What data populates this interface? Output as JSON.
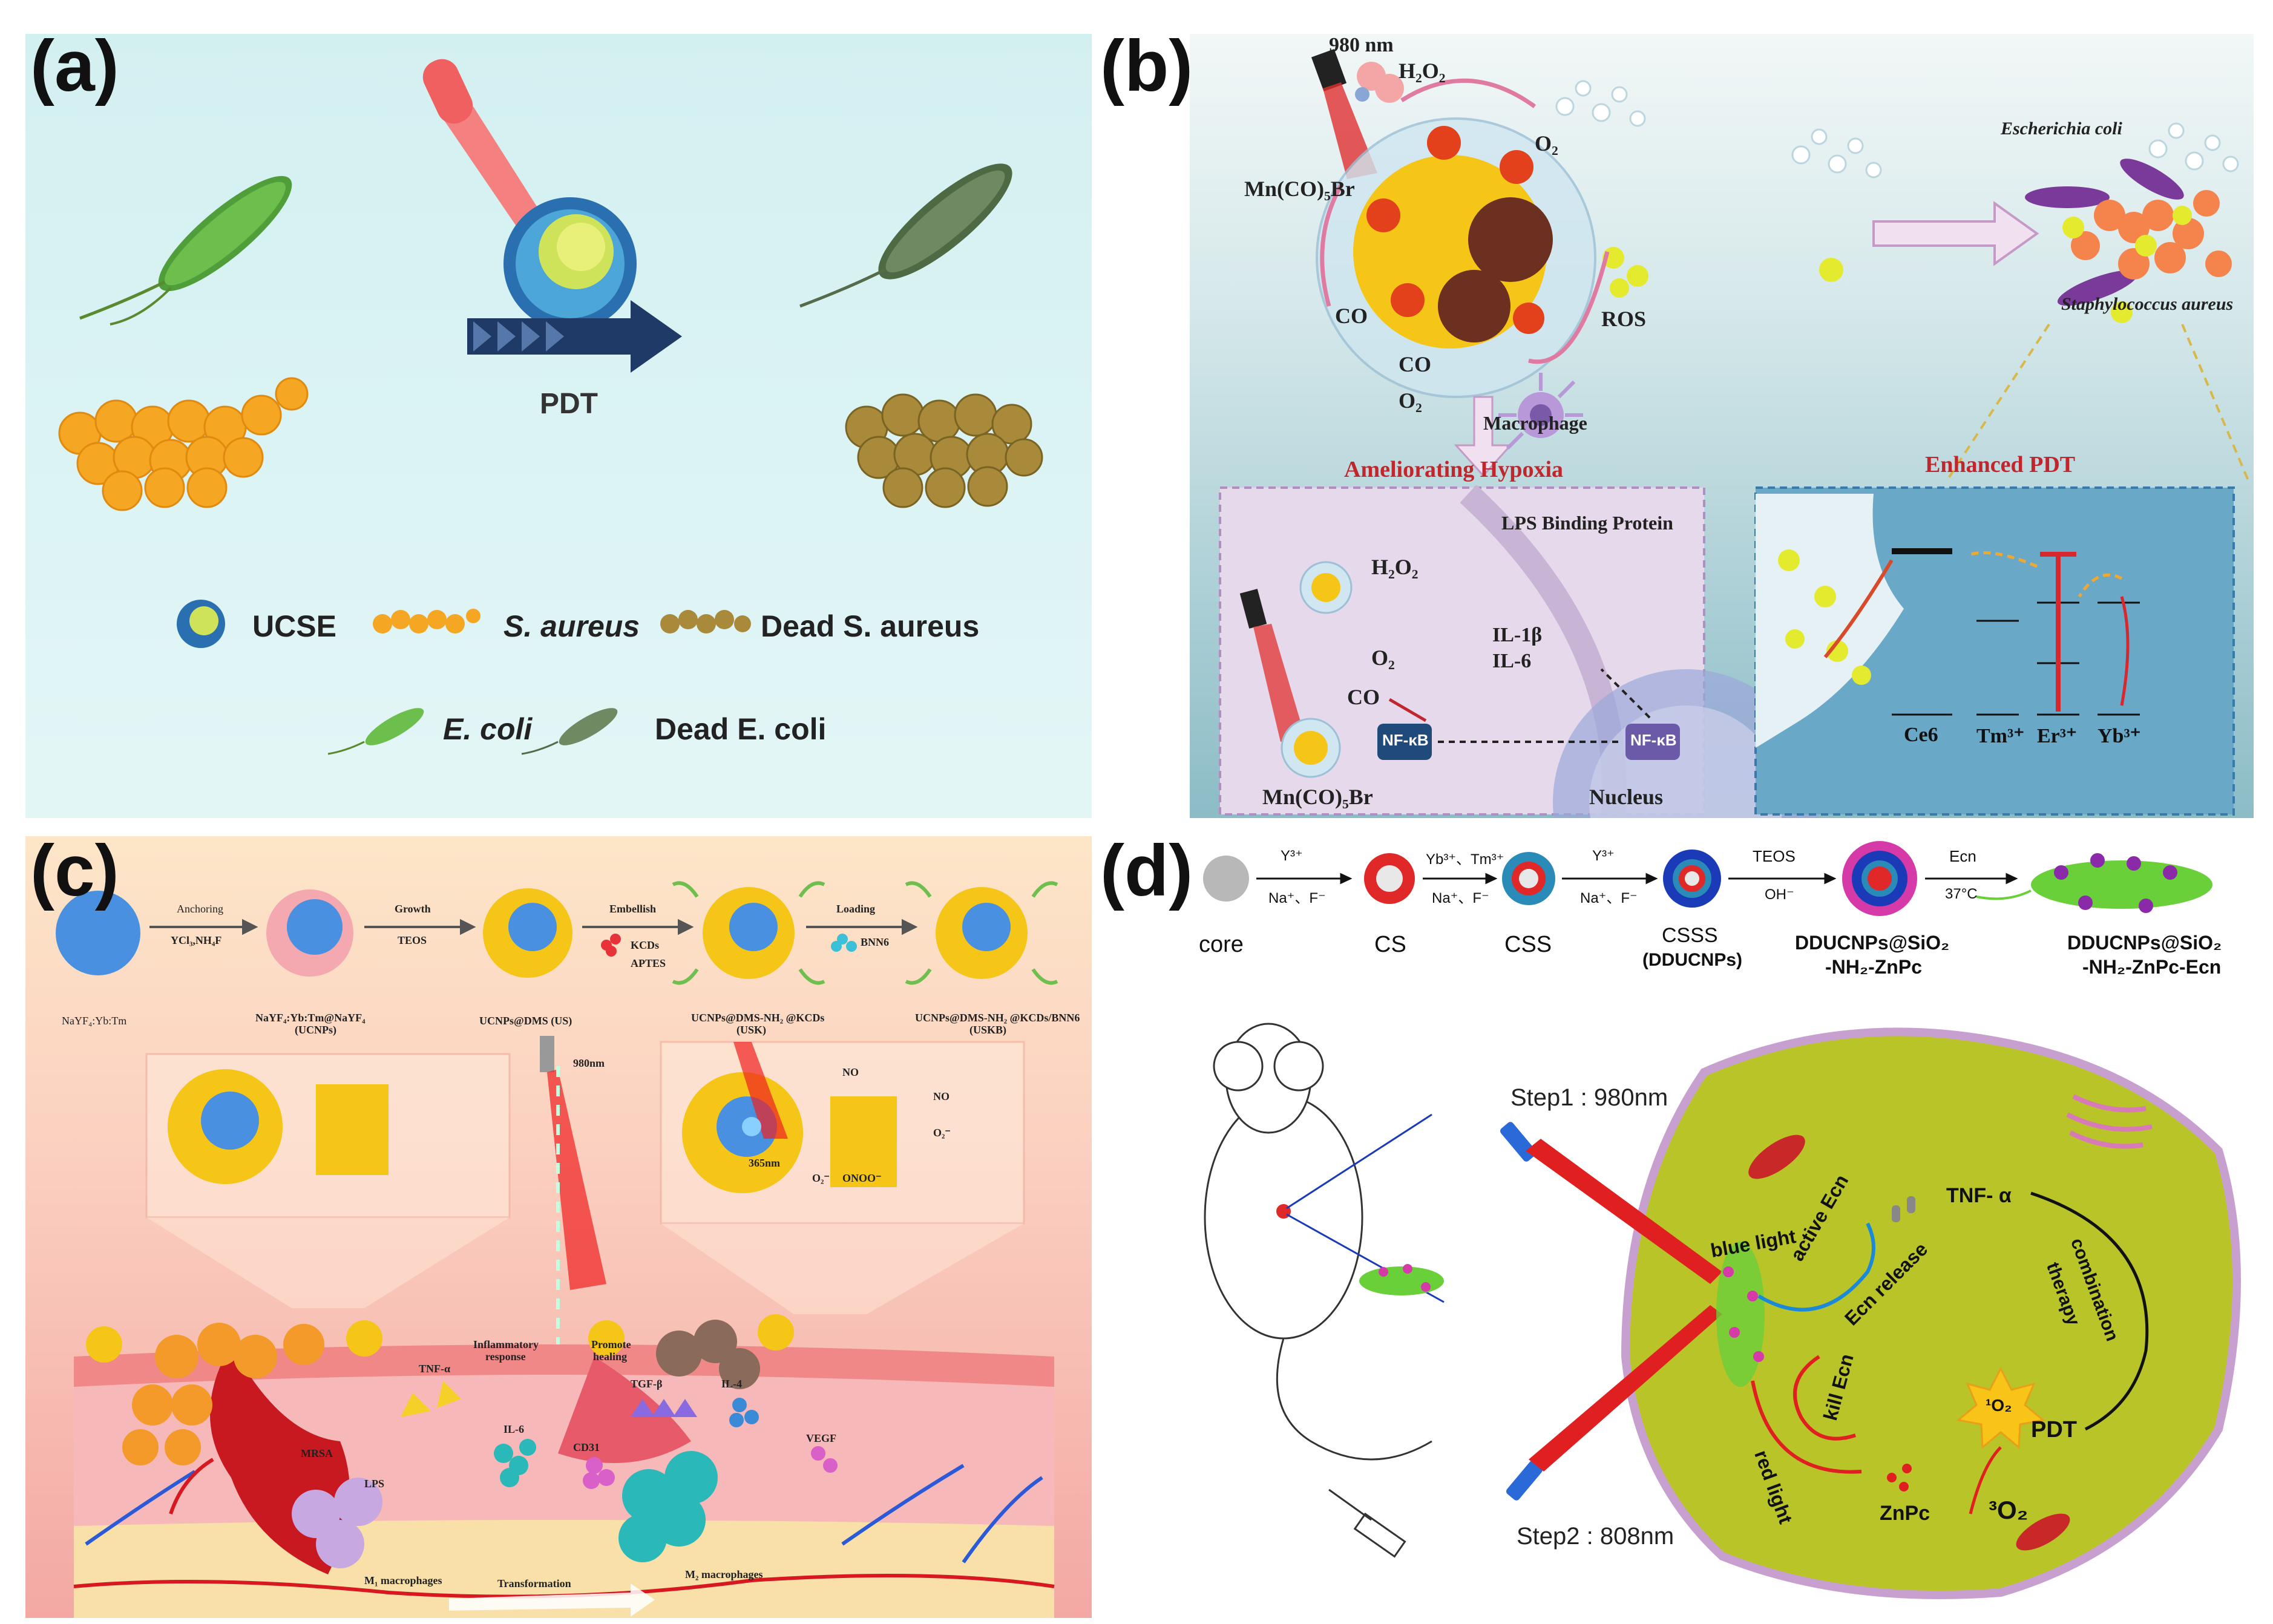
{
  "panels": {
    "a": {
      "label": "(a)",
      "pdt": "PDT",
      "legend": {
        "ucse": "UCSE",
        "s_aureus": "S. aureus",
        "dead_s_aureus": "Dead S. aureus",
        "e_coli": "E. coli",
        "dead_e_coli": "Dead E. coli"
      }
    },
    "b": {
      "label": "(b)",
      "nm980": "980 nm",
      "h2o2": "H₂O₂",
      "o2": "O₂",
      "mnco": "Mn(CO)₅Br",
      "co": "CO",
      "ros": "ROS",
      "co2": "CO",
      "o2b": "O₂",
      "macrophage": "Macrophage",
      "ecoli": "Escherichia coli",
      "saureus": "Staphylococcus aureus",
      "hypoxia": "Ameliorating Hypoxia",
      "enhanced": "Enhanced PDT",
      "lps": "LPS Binding Protein",
      "h2o2_in": "H₂O₂",
      "o2_in": "O₂",
      "co_in": "CO",
      "il1b": "IL-1β",
      "il6": "IL-6",
      "nfkb1": "NF-κB",
      "nfkb2": "NF-κB",
      "mnco_in": "Mn(CO)₅Br",
      "nucleus": "Nucleus",
      "ce6": "Ce6",
      "tm": "Tm³⁺",
      "er": "Er³⁺",
      "yb": "Yb³⁺"
    },
    "c": {
      "label": "(c)",
      "anchoring": "Anchoring",
      "ycl": "YCl₃,NH₄F",
      "growth": "Growth",
      "teos": "TEOS",
      "embellish": "Embellish",
      "kcds": "KCDs",
      "aptes": "APTES",
      "loading": "Loading",
      "bnn6": "BNN6",
      "s1": "NaYF₄:Yb:Tm",
      "s2a": "NaYF₄:Yb:Tm@NaYF₄",
      "s2b": "(UCNPs)",
      "s3": "UCNPs@DMS (US)",
      "s4a": "UCNPs@DMS-NH₂ @KCDs",
      "s4b": "(USK)",
      "s5a": "UCNPs@DMS-NH₂ @KCDs/BNN6",
      "s5b": "(USKB)",
      "nm980": "980nm",
      "nm365": "365nm",
      "no1": "NO",
      "no2": "NO",
      "o2m": "O₂⁻",
      "o2m2": "O₂⁻",
      "onoo": "ONOO⁻",
      "tnfa": "TNF-α",
      "inflam1": "Inflammatory",
      "inflam2": "response",
      "promote1": "Promote",
      "promote2": "healing",
      "tgfb": "TGF-β",
      "il4": "IL-4",
      "vegf": "VEGF",
      "il6": "IL-6",
      "cd31": "CD31",
      "mrsa": "MRSA",
      "lps": "LPS",
      "m1": "M₁ macrophages",
      "m2": "M₂ macrophages",
      "transform": "Transformation"
    },
    "d": {
      "label": "(d)",
      "y3": "Y³⁺",
      "naf": "Na⁺、F⁻",
      "ybtm": "Yb³⁺、Tm³⁺",
      "naf2": "Na⁺、F⁻",
      "y3b": "Y³⁺",
      "naf3": "Na⁺、F⁻",
      "teos": "TEOS",
      "oh": "OH⁻",
      "ecn": "Ecn",
      "temp": "37°C",
      "core": "core",
      "cs": "CS",
      "css": "CSS",
      "csss": "CSSS",
      "ddu": "(DDUCNPs)",
      "p1a": "DDUCNPs@SiO₂",
      "p1b": "-NH₂-ZnPc",
      "p2a": "DDUCNPs@SiO₂",
      "p2b": "-NH₂-ZnPc-Ecn",
      "step1": "Step1 : 980nm",
      "step2": "Step2 :  808nm",
      "blue": "blue light",
      "active": "active Ecn",
      "release": "Ecn release",
      "red": "red light",
      "kill": "kill Ecn",
      "tnf": "TNF- α",
      "combo1": "combination",
      "combo2": "therapy",
      "o2s": "¹O₂",
      "pdt": "PDT",
      "zn": "ZnPc",
      "o23": "³O₂"
    }
  },
  "colors": {
    "panel_a_bg": "#d8f3f3",
    "panel_b_bg": "#dcecee",
    "panel_c_bg": "#f6c7bf",
    "hypoxia": "#c0272d",
    "arrow": "#1f3a66"
  }
}
